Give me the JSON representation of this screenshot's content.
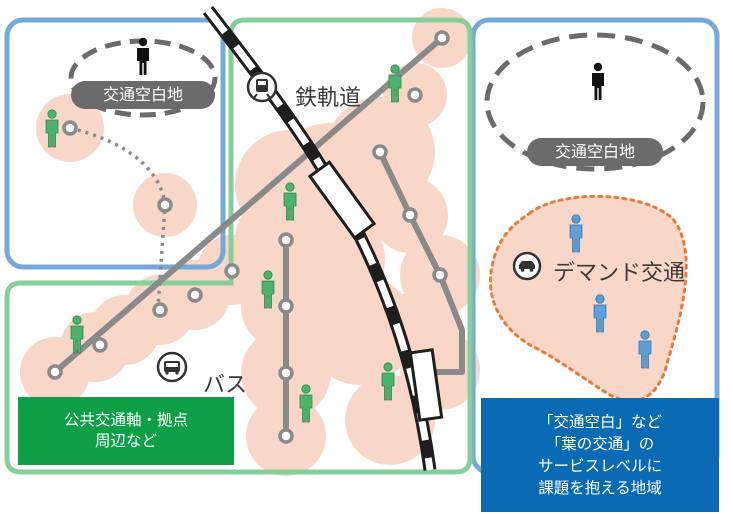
{
  "labels": {
    "railway": "鉄軌道",
    "bus": "バス",
    "demand_transport": "デマンド交通",
    "gap_area_left": "交通空白地",
    "gap_area_right": "交通空白地"
  },
  "boxes": {
    "public_axis": [
      "公共交通軸・拠点",
      "周辺など"
    ],
    "issue_area": [
      "「交通空白」など",
      "「葉の交通」の",
      "サービスレベルに",
      "課題を抱える地域"
    ]
  },
  "colors": {
    "blue_frame": "#74a9d8",
    "green_frame": "#86cf98",
    "coverage": "#f8d7c9",
    "route": "#8a8a8a",
    "person_green": "#4bb36b",
    "person_blue": "#5b9fd6",
    "demand_dots": "#e87a3a",
    "green_box": "#0e9f47",
    "blue_box": "#0a6ab3"
  },
  "icons": [
    "train-icon",
    "bus-icon",
    "car-icon",
    "person-icon"
  ]
}
